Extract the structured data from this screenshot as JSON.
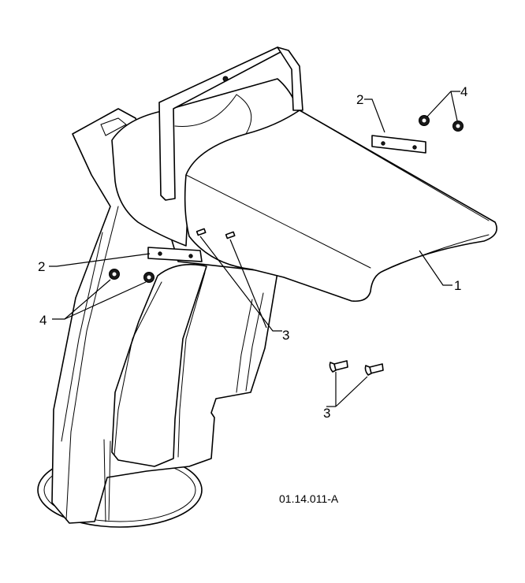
{
  "callouts": [
    {
      "id": "1",
      "label": "1"
    },
    {
      "id": "2a",
      "label": "2"
    },
    {
      "id": "2b",
      "label": "2"
    },
    {
      "id": "3a",
      "label": "3"
    },
    {
      "id": "3b",
      "label": "3"
    },
    {
      "id": "4a",
      "label": "4"
    },
    {
      "id": "4b",
      "label": "4"
    }
  ],
  "figure_code": "01.14.011-A"
}
